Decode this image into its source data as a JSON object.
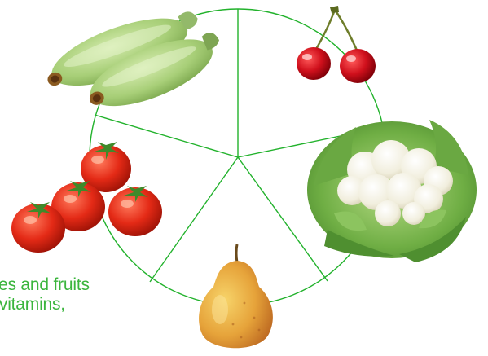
{
  "accent_color": "#22b22c",
  "text_color": "#3bb53d",
  "caption": {
    "line1": "es and fruits",
    "line2": "any vitamins,"
  },
  "food_images": [
    {
      "name": "zucchini",
      "icon": "zucchini-image"
    },
    {
      "name": "cherries",
      "icon": "cherries-image"
    },
    {
      "name": "cauliflower",
      "icon": "cauliflower-image"
    },
    {
      "name": "pear",
      "icon": "pear-image"
    },
    {
      "name": "tomatoes",
      "icon": "tomatoes-image"
    }
  ]
}
